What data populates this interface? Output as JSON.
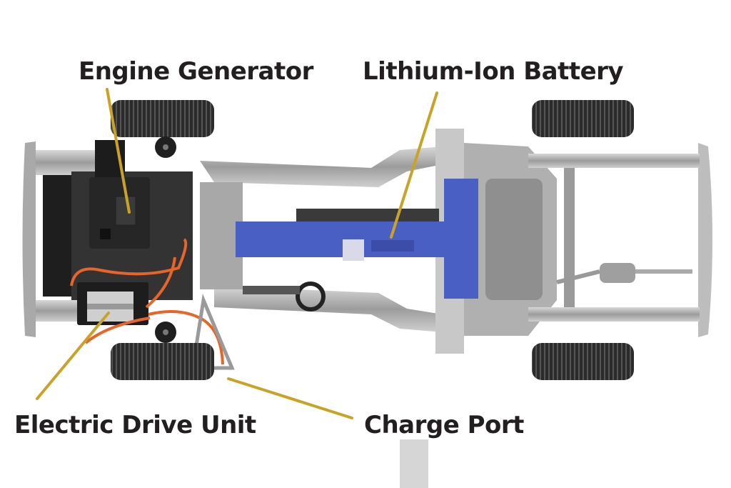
{
  "labels": {
    "engine_generator": "Engine Generator",
    "battery": "Lithium-Ion Battery",
    "drive_unit": "Electric Drive Unit",
    "charge_port": "Charge Port"
  },
  "colors": {
    "leader": "#c9a227",
    "battery": "#4a5fc4",
    "cable": "#e8652a",
    "tire": "#2a2a2a",
    "frame": "#9a9a9a",
    "text": "#231f20"
  }
}
